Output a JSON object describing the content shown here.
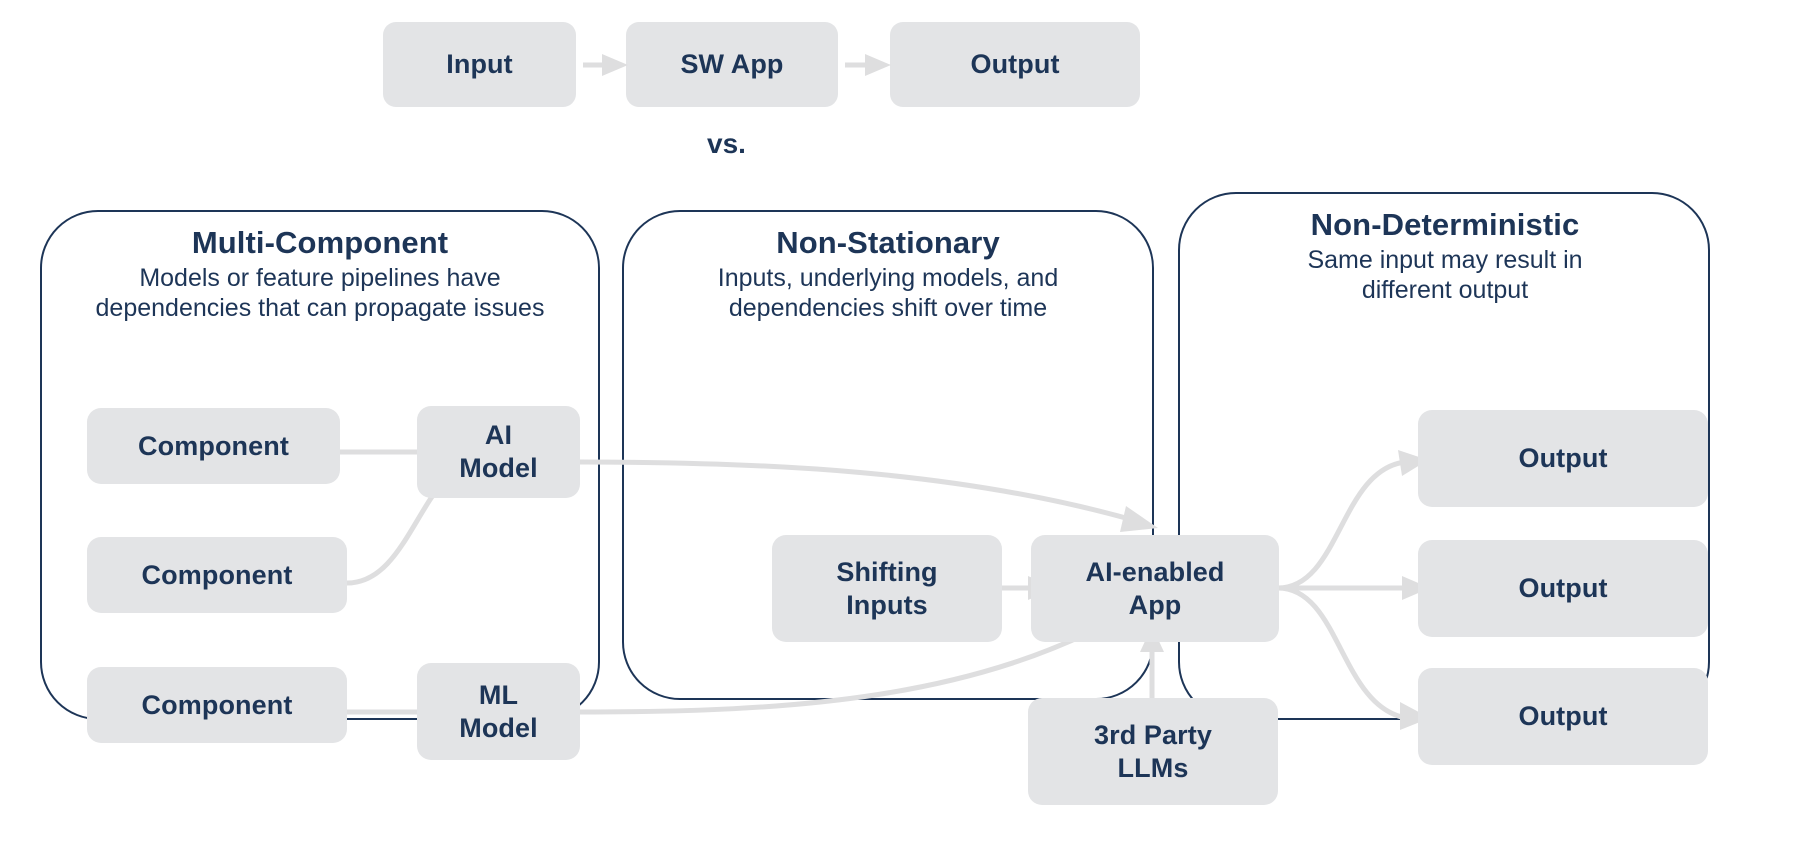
{
  "diagram": {
    "title_flow": {
      "nodes": [
        {
          "label": "Input"
        },
        {
          "label": "SW App"
        },
        {
          "label": "Output"
        }
      ],
      "connector_icon": "arrow-right-icon"
    },
    "vs_label": "vs.",
    "colors": {
      "text_navy": "#1d3557",
      "node_fill": "#e3e4e6",
      "arrow_grey": "#dededf",
      "panel_border": "#1d3557",
      "background": "#ffffff"
    },
    "panels": [
      {
        "id": "multi-component",
        "title": "Multi-Component",
        "subtitle_lines": [
          "Models or feature pipelines have",
          "dependencies that can propagate issues"
        ],
        "nodes": [
          {
            "id": "component-1",
            "label": "Component"
          },
          {
            "id": "component-2",
            "label": "Component"
          },
          {
            "id": "component-3",
            "label": "Component"
          },
          {
            "id": "ai-model",
            "label_lines": [
              "AI",
              "Model"
            ]
          },
          {
            "id": "ml-model",
            "label_lines": [
              "ML",
              "Model"
            ]
          }
        ]
      },
      {
        "id": "non-stationary",
        "title": "Non-Stationary",
        "subtitle_lines": [
          "Inputs, underlying models, and",
          "dependencies shift over time"
        ],
        "nodes": [
          {
            "id": "shifting-inputs",
            "label_lines": [
              "Shifting",
              "Inputs"
            ]
          },
          {
            "id": "ai-enabled-app",
            "label_lines": [
              "AI-enabled",
              "App"
            ]
          },
          {
            "id": "third-party-llms",
            "label_lines": [
              "3rd Party",
              "LLMs"
            ]
          }
        ]
      },
      {
        "id": "non-deterministic",
        "title": "Non-Deterministic",
        "subtitle_lines": [
          "Same input may result in",
          "different output"
        ],
        "nodes": [
          {
            "id": "output-1",
            "label": "Output"
          },
          {
            "id": "output-2",
            "label": "Output"
          },
          {
            "id": "output-3",
            "label": "Output"
          }
        ]
      }
    ]
  }
}
